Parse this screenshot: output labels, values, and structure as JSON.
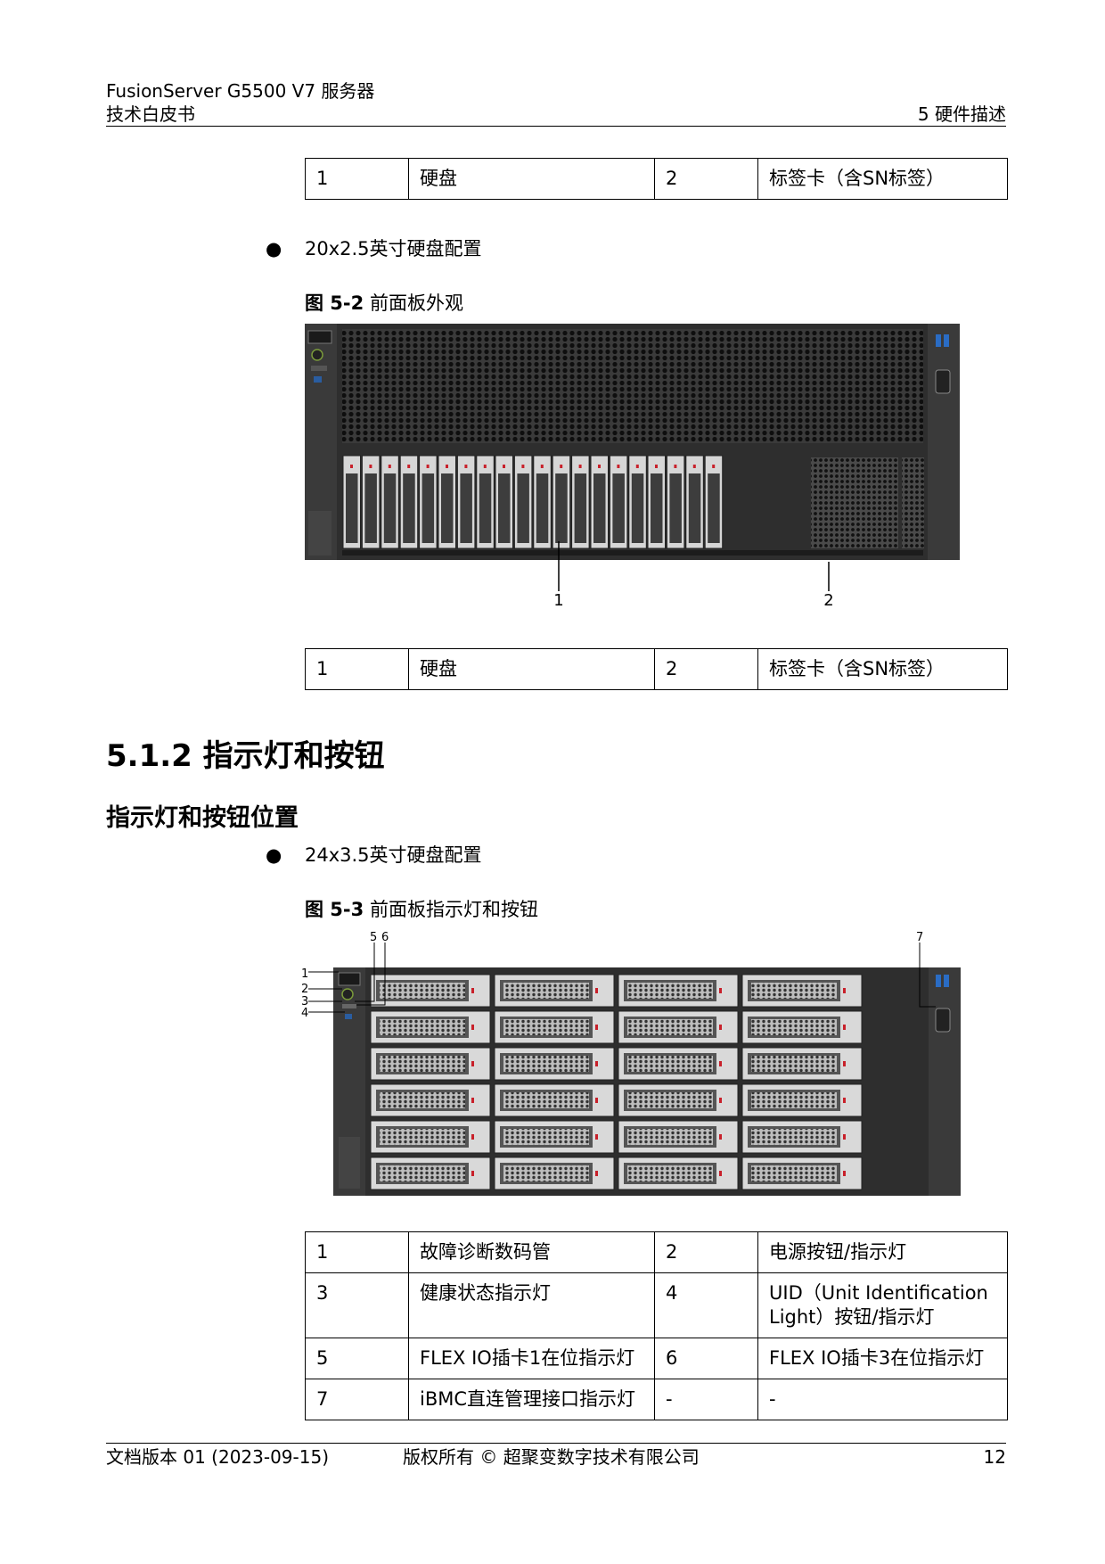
{
  "header": {
    "product": "FusionServer G5500 V7 服务器",
    "doc_type": "技术白皮书",
    "chapter": "5 硬件描述"
  },
  "table1": {
    "rows": [
      [
        "1",
        "硬盘",
        "2",
        "标签卡（含SN标签）"
      ]
    ]
  },
  "bullet1": {
    "dot": "●",
    "text": "20x2.5英寸硬盘配置"
  },
  "figure2": {
    "number": "图 5-2",
    "title": "前面板外观",
    "callouts": [
      "1",
      "2"
    ]
  },
  "table2": {
    "rows": [
      [
        "1",
        "硬盘",
        "2",
        "标签卡（含SN标签）"
      ]
    ]
  },
  "section": {
    "heading": "5.1.2 指示灯和按钮"
  },
  "subsection": {
    "heading": "指示灯和按钮位置"
  },
  "bullet2": {
    "dot": "●",
    "text": "24x3.5英寸硬盘配置"
  },
  "figure3": {
    "number": "图 5-3",
    "title": "前面板指示灯和按钮",
    "callouts": [
      "1",
      "2",
      "3",
      "4",
      "5",
      "6",
      "7"
    ]
  },
  "table3": {
    "rows": [
      [
        "1",
        "故障诊断数码管",
        "2",
        "电源按钮/指示灯"
      ],
      [
        "3",
        "健康状态指示灯",
        "4",
        "UID（Unit Identification Light）按钮/指示灯"
      ],
      [
        "5",
        "FLEX IO插卡1在位指示灯",
        "6",
        "FLEX IO插卡3在位指示灯"
      ],
      [
        "7",
        "iBMC直连管理接口指示灯",
        "-",
        "-"
      ]
    ]
  },
  "footer": {
    "version": "文档版本 01 (2023-09-15)",
    "copyright": "版权所有 © 超聚变数字技术有限公司",
    "page": "12"
  }
}
